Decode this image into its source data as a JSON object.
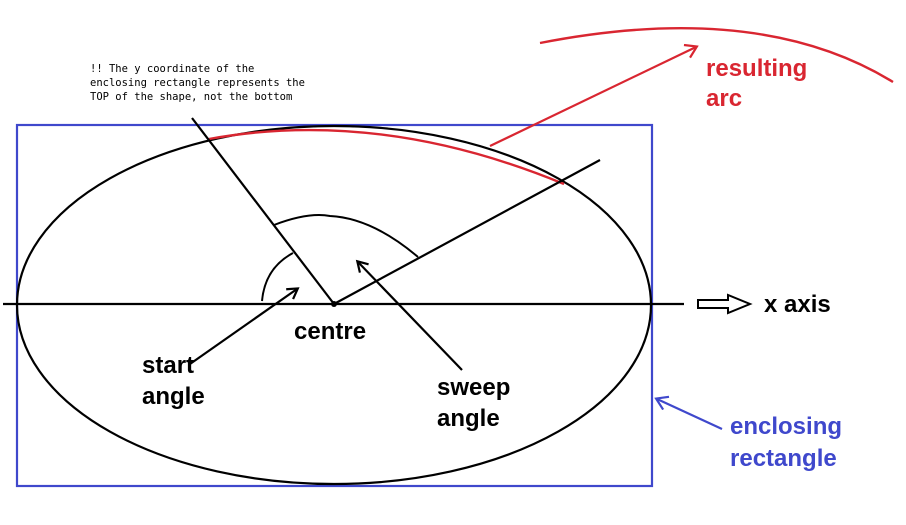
{
  "note": {
    "lines": [
      "!! The y coordinate of the",
      "enclosing rectangle represents the",
      "TOP of the shape, not the bottom"
    ]
  },
  "labels": {
    "resulting_arc": [
      "resulting",
      "arc"
    ],
    "x_axis": "x axis",
    "centre": "centre",
    "start_angle": [
      "start",
      "angle"
    ],
    "sweep_angle": [
      "sweep",
      "angle"
    ],
    "enclosing_rectangle": [
      "enclosing",
      "rectangle"
    ]
  },
  "colors": {
    "rectangle": "#3f48cc",
    "arc": "#d92631",
    "ink": "#000000"
  }
}
